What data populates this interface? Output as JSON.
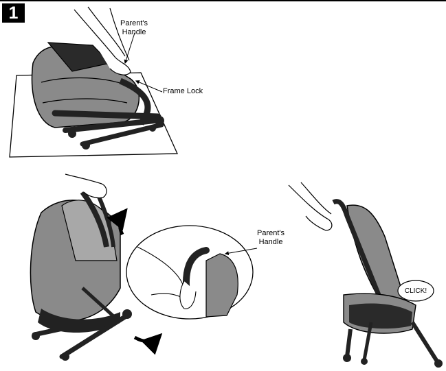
{
  "step": {
    "number": "1"
  },
  "labels": {
    "parents_handle_top": "Parent's\nHandle",
    "frame_lock": "Frame Lock",
    "parents_handle_inset": "Parent's\nHandle",
    "click": "CLICK!"
  }
}
